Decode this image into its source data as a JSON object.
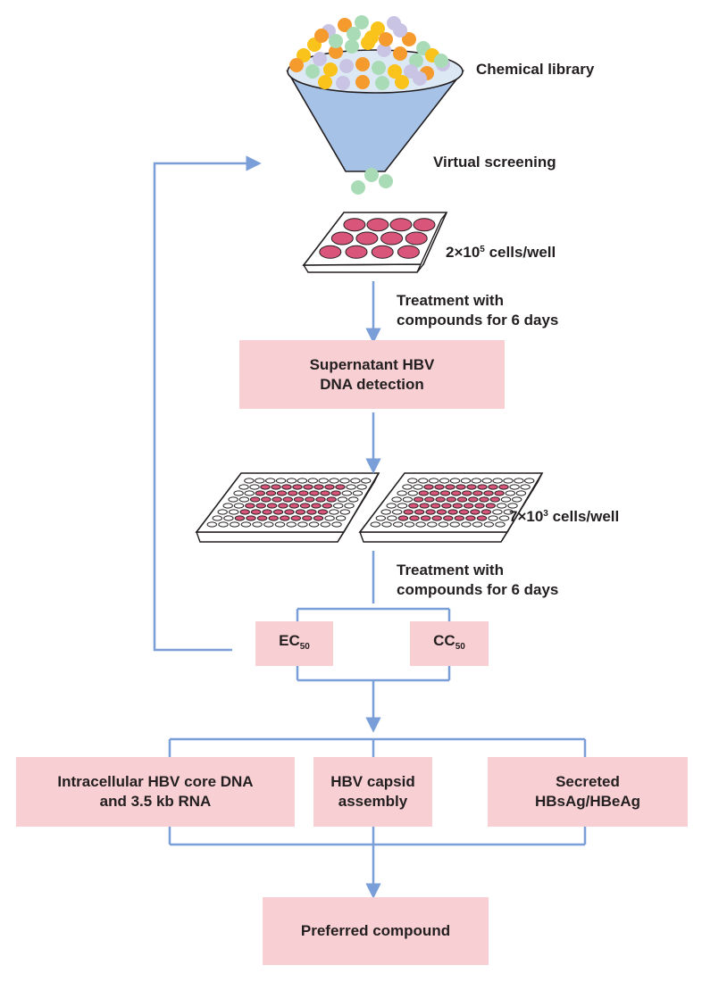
{
  "funnel": {
    "library_label": "Chemical library",
    "screening_label": "Virtual screening"
  },
  "plate1": {
    "density_base": "2×10",
    "density_exp": "5",
    "density_unit": " cells/well"
  },
  "step1": {
    "line1": "Treatment with",
    "line2": "compounds for 6 days"
  },
  "box_detection": {
    "line1": "Supernatant HBV",
    "line2": "DNA detection"
  },
  "plate2": {
    "density_base": "7×10",
    "density_exp": "3",
    "density_unit": " cells/well"
  },
  "step2": {
    "line1": "Treatment with",
    "line2": "compounds for 6 days"
  },
  "box_ec": {
    "main": "EC",
    "sub": "50"
  },
  "box_cc": {
    "main": "CC",
    "sub": "50"
  },
  "box_core": {
    "line1": "Intracellular HBV core DNA",
    "line2": "and 3.5 kb RNA"
  },
  "box_capsid": {
    "line1": "HBV capsid",
    "line2": "assembly"
  },
  "box_secreted": {
    "line1": "Secreted",
    "line2": "HBsAg/HBeAg"
  },
  "box_final": {
    "label": "Preferred compound"
  },
  "colors": {
    "arrow": "#7a9ed8",
    "box_fill": "#f8cfd2",
    "funnel": "#a6c2e6",
    "well_pink": "#d9557a",
    "ball_colors": [
      "#f9c31b",
      "#c9c4e4",
      "#f59a2c",
      "#a9dcb6"
    ]
  }
}
